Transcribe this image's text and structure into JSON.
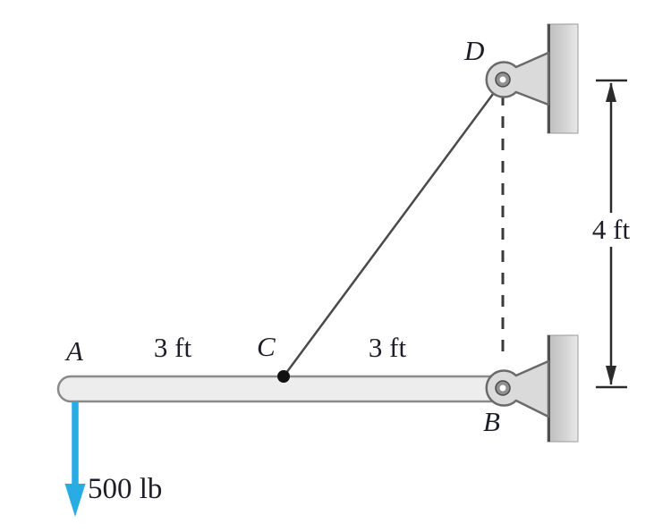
{
  "figure": {
    "points": {
      "a": "A",
      "b": "B",
      "c": "C",
      "d": "D"
    },
    "dimensions": {
      "ac": "3 ft",
      "cb": "3 ft",
      "bd": "4 ft"
    },
    "force": {
      "label": "500 lb"
    },
    "colors": {
      "force_arrow": "#29ACE3",
      "beam_fill": "#ededed",
      "beam_stroke": "#8a8a8a",
      "bracket_fill": "#dadada",
      "bracket_stroke": "#6a6a6a",
      "cable": "#4a4a4a",
      "dashed_line": "#3a3a3a",
      "dimension_line": "#2b2b2b",
      "dot": "#111111"
    }
  }
}
